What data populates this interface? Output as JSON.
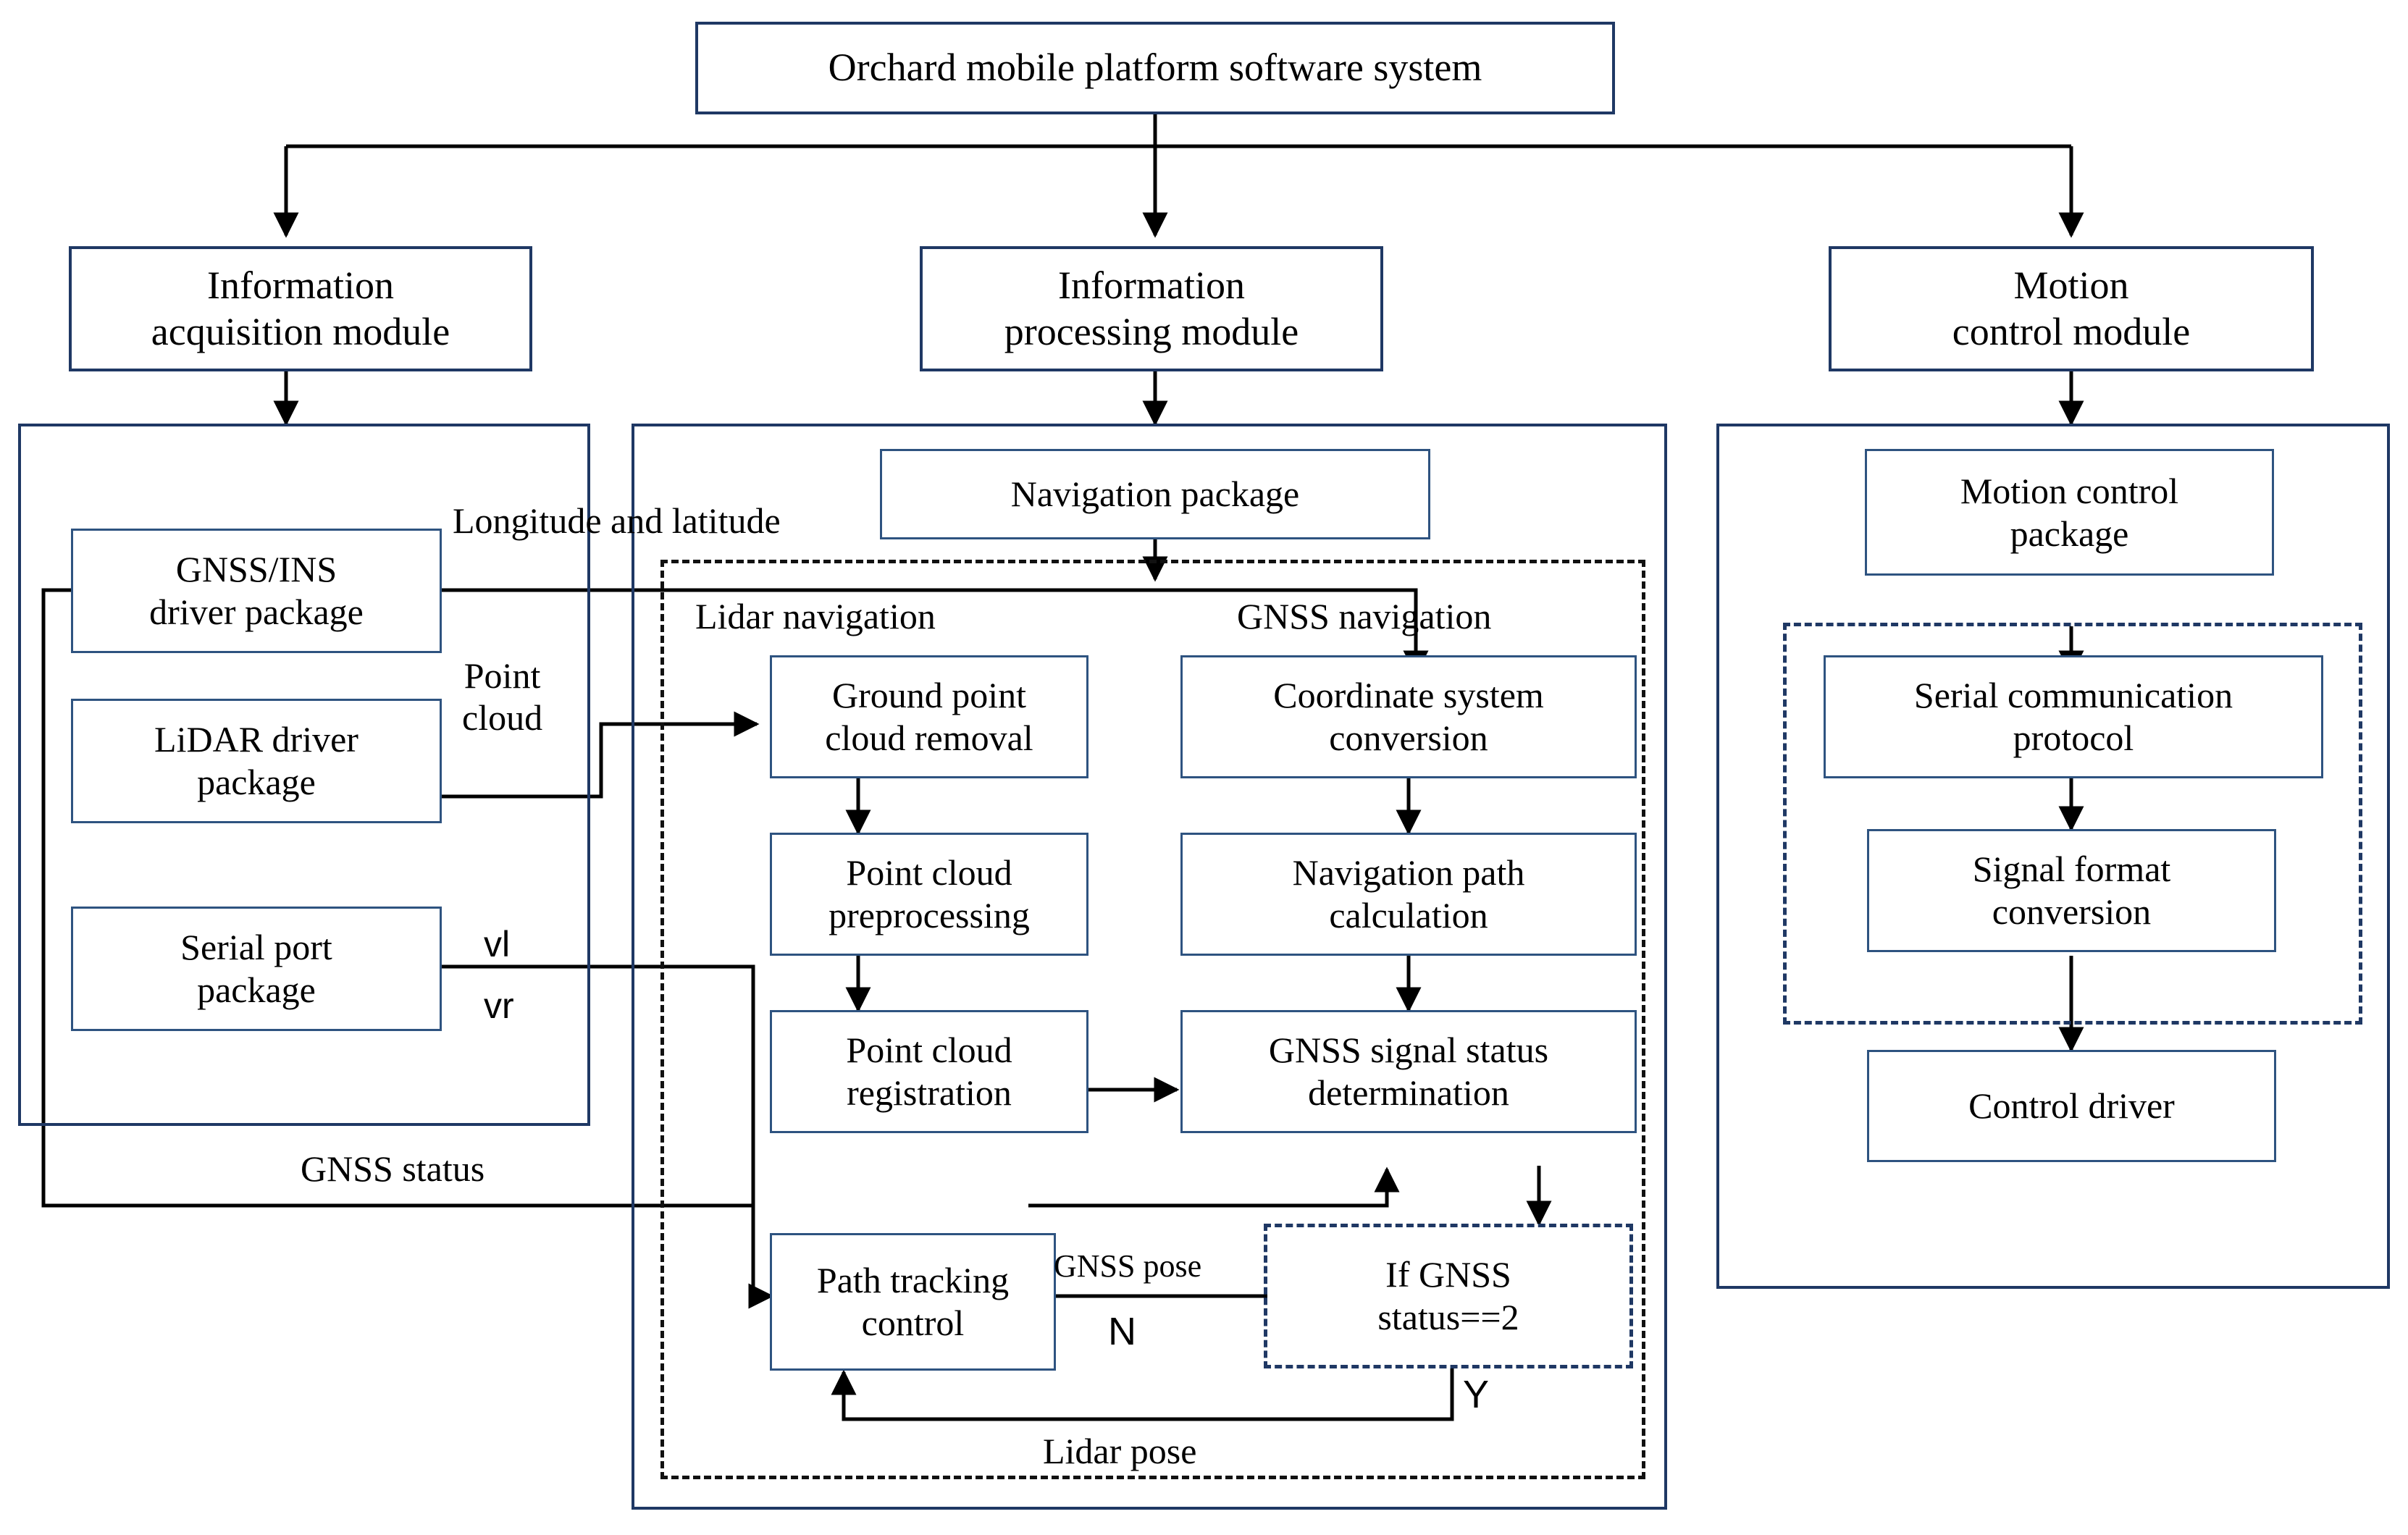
{
  "diagram": {
    "title": "Orchard mobile platform software system",
    "root": {
      "label": "Orchard mobile platform software system"
    },
    "modules": [
      {
        "id": "information-acquisition-module",
        "label": "Information\nacquisition module"
      },
      {
        "id": "information-processing-module",
        "label": "Information\nprocessing module"
      },
      {
        "id": "motion-control-module",
        "label": "Motion\ncontrol module"
      }
    ],
    "acquisition": {
      "nodes": [
        {
          "id": "gnss-ins-driver-package",
          "label": "GNSS/INS\ndriver package"
        },
        {
          "id": "lidar-driver-package",
          "label": "LiDAR  driver\npackage"
        },
        {
          "id": "serial-port-package",
          "label": "Serial port\npackage"
        }
      ]
    },
    "processing": {
      "navigation_package": {
        "label": "Navigation package"
      },
      "group_labels": {
        "lidar": "Lidar navigation",
        "gnss": "GNSS navigation"
      },
      "lidar_nodes": [
        {
          "id": "ground-point-cloud-removal",
          "label": "Ground point\ncloud removal"
        },
        {
          "id": "point-cloud-preprocessing",
          "label": "Point cloud\npreprocessing"
        },
        {
          "id": "point-cloud-registration",
          "label": "Point cloud\nregistration"
        }
      ],
      "gnss_nodes": [
        {
          "id": "coordinate-system-conversion",
          "label": "Coordinate system\nconversion"
        },
        {
          "id": "navigation-path-calculation",
          "label": "Navigation path\ncalculation"
        },
        {
          "id": "gnss-signal-status-determination",
          "label": "GNSS signal status\ndetermination"
        }
      ],
      "decision": {
        "id": "if-gnss-status",
        "label": "If GNSS\nstatus==2"
      },
      "path_tracking": {
        "id": "path-tracking-control",
        "label": "Path tracking\ncontrol"
      }
    },
    "motion": {
      "nodes": [
        {
          "id": "motion-control-package",
          "label": "Motion control\npackage"
        },
        {
          "id": "serial-communication-protocol",
          "label": "Serial communication\nprotocol"
        },
        {
          "id": "signal-format-conversion",
          "label": "Signal format\nconversion"
        },
        {
          "id": "control-driver",
          "label": "Control driver"
        }
      ]
    },
    "edge_labels": {
      "longitude_latitude": "Longitude  and latitude",
      "point_cloud": "Point\ncloud",
      "vl": "vl",
      "vr": "vr",
      "gnss_status": "GNSS status",
      "gnss_pose": "GNSS pose",
      "lidar_pose": "Lidar pose",
      "branch_no": "N",
      "branch_yes": "Y"
    },
    "colors": {
      "box_border": "#1f3864",
      "box_border_light": "#2e5380",
      "line": "#000000",
      "background": "#ffffff"
    }
  }
}
